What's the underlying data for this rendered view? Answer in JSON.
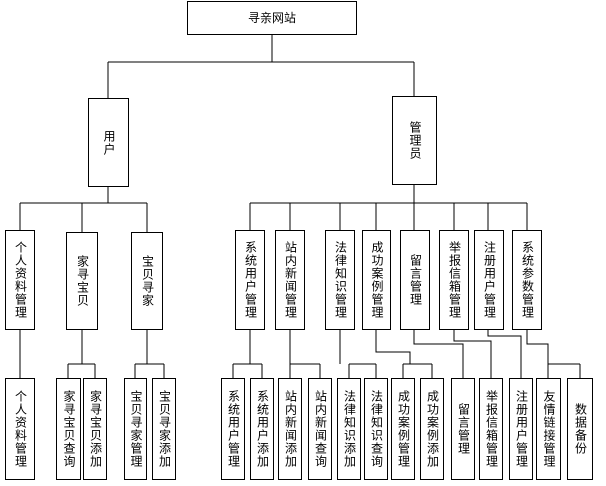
{
  "root": "寻亲网站",
  "roles": {
    "user": "用户",
    "admin": "管理员"
  },
  "user_modules": [
    "个人资料管理",
    "家寻宝贝",
    "宝贝寻家"
  ],
  "admin_modules": [
    "系统用户管理",
    "站内新闻管理",
    "法律知识管理",
    "成功案例管理",
    "留言管理",
    "举报信箱管理",
    "注册用户管理",
    "系统参数管理"
  ],
  "leaves": [
    "个人资料管理",
    "家寻宝贝查询",
    "家寻宝贝添加",
    "宝贝寻家管理",
    "宝贝寻家添加",
    "系统用户管理",
    "系统用户添加",
    "站内新闻添加",
    "站内新闻查询",
    "法律知识添加",
    "法律知识查询",
    "成功案例管理",
    "成功案例添加",
    "留言管理",
    "举报信箱管理",
    "注册用户管理",
    "友情链接管理",
    "数据备份"
  ]
}
